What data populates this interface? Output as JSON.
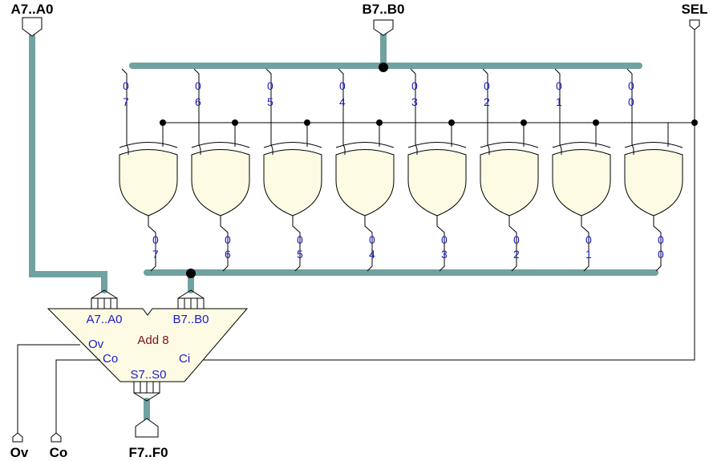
{
  "pins": {
    "a_in": "A7..A0",
    "b_in": "B7..B0",
    "sel": "SEL",
    "ov_out": "Ov",
    "co_out": "Co",
    "f_out": "F7..F0"
  },
  "bus_b_taps": [
    {
      "top": "0",
      "bottom": "7"
    },
    {
      "top": "0",
      "bottom": "6"
    },
    {
      "top": "0",
      "bottom": "5"
    },
    {
      "top": "0",
      "bottom": "4"
    },
    {
      "top": "0",
      "bottom": "3"
    },
    {
      "top": "0",
      "bottom": "2"
    },
    {
      "top": "0",
      "bottom": "1"
    },
    {
      "top": "0",
      "bottom": "0"
    }
  ],
  "bus_x_taps": [
    {
      "top": "0",
      "bottom": "7"
    },
    {
      "top": "0",
      "bottom": "6"
    },
    {
      "top": "0",
      "bottom": "5"
    },
    {
      "top": "0",
      "bottom": "4"
    },
    {
      "top": "0",
      "bottom": "3"
    },
    {
      "top": "0",
      "bottom": "2"
    },
    {
      "top": "0",
      "bottom": "1"
    },
    {
      "top": "0",
      "bottom": "0"
    }
  ],
  "adder": {
    "name": "Add 8",
    "port_a": "A7..A0",
    "port_b": "B7..B0",
    "port_ov": "Ov",
    "port_co": "Co",
    "port_ci": "Ci",
    "port_s": "S7..S0"
  },
  "colors": {
    "bus": "#6fa2a0",
    "gate_fill": "#fdfbe3",
    "label_blue": "#1a1acc",
    "adder_name": "#7a1010"
  }
}
